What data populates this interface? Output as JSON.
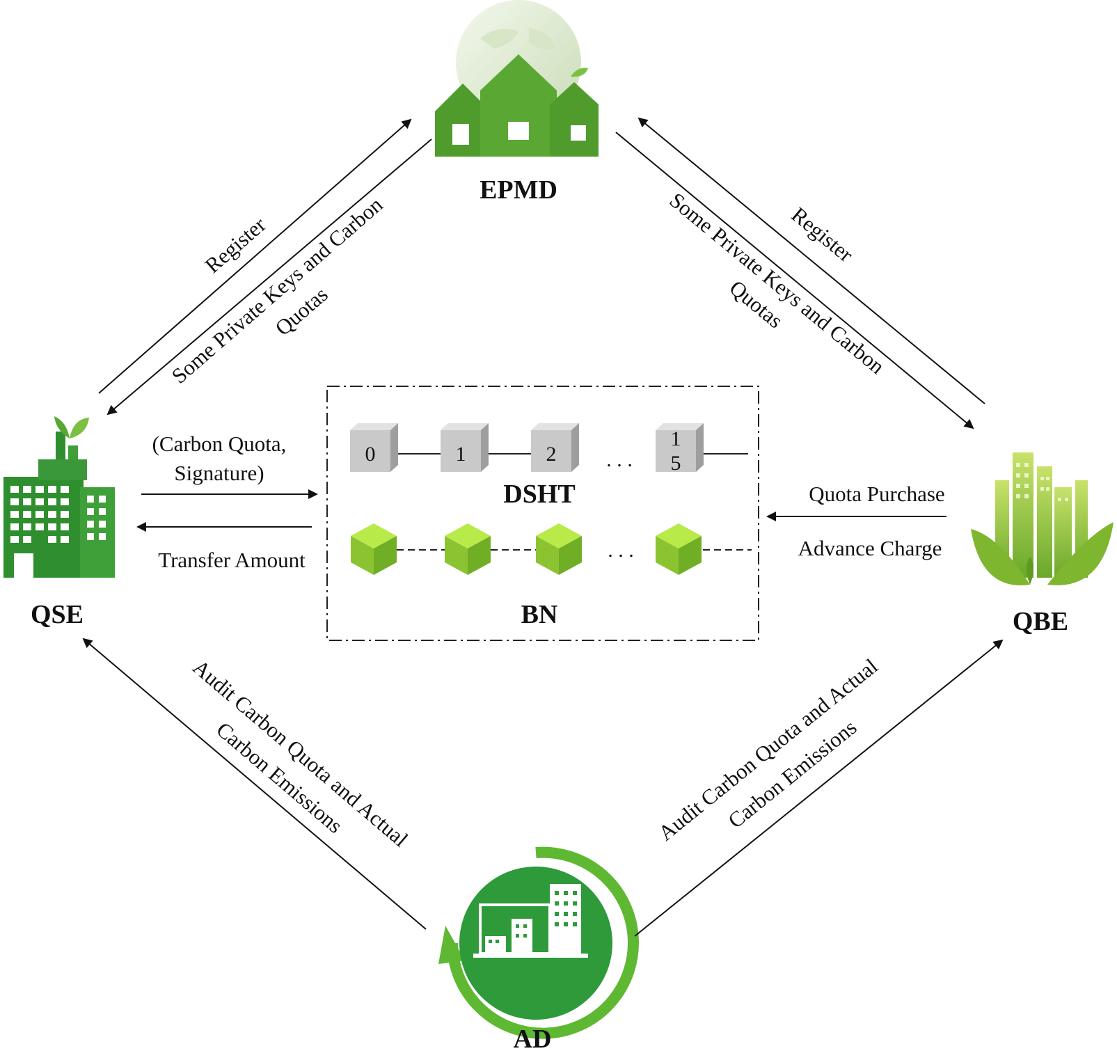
{
  "nodes": {
    "epmd": "EPMD",
    "qse": "QSE",
    "qbe": "QBE",
    "ad": "AD",
    "dsht": "DSHT",
    "bn": "BN"
  },
  "edges": {
    "left_register": "Register",
    "left_keys_line1": "Some Private Keys and Carbon",
    "left_keys_line2": "Quotas",
    "right_register": "Register",
    "right_keys_line1": "Some Private Keys and Carbon",
    "right_keys_line2": "Quotas",
    "qse_to_box_line1": "(Carbon Quota,",
    "qse_to_box_line2": "Signature)",
    "box_to_qse": "Transfer Amount",
    "qbe_to_box_line1": "Quota Purchase",
    "qbe_to_box_line2": "Advance Charge",
    "left_audit_line1": "Audit Carbon Quota and Actual",
    "left_audit_line2": "Carbon Emissions",
    "right_audit_line1": "Audit Carbon Quota and Actual",
    "right_audit_line2": "Carbon Emissions"
  },
  "dsht_blocks": [
    "0",
    "1",
    "2",
    "1",
    "5"
  ],
  "ellipsis": ". . .",
  "colors": {
    "green_dark": "#2e8b2e",
    "green_mid": "#5fb832",
    "green_light": "#9bd13a",
    "grey_block": "#c9c9c9"
  }
}
